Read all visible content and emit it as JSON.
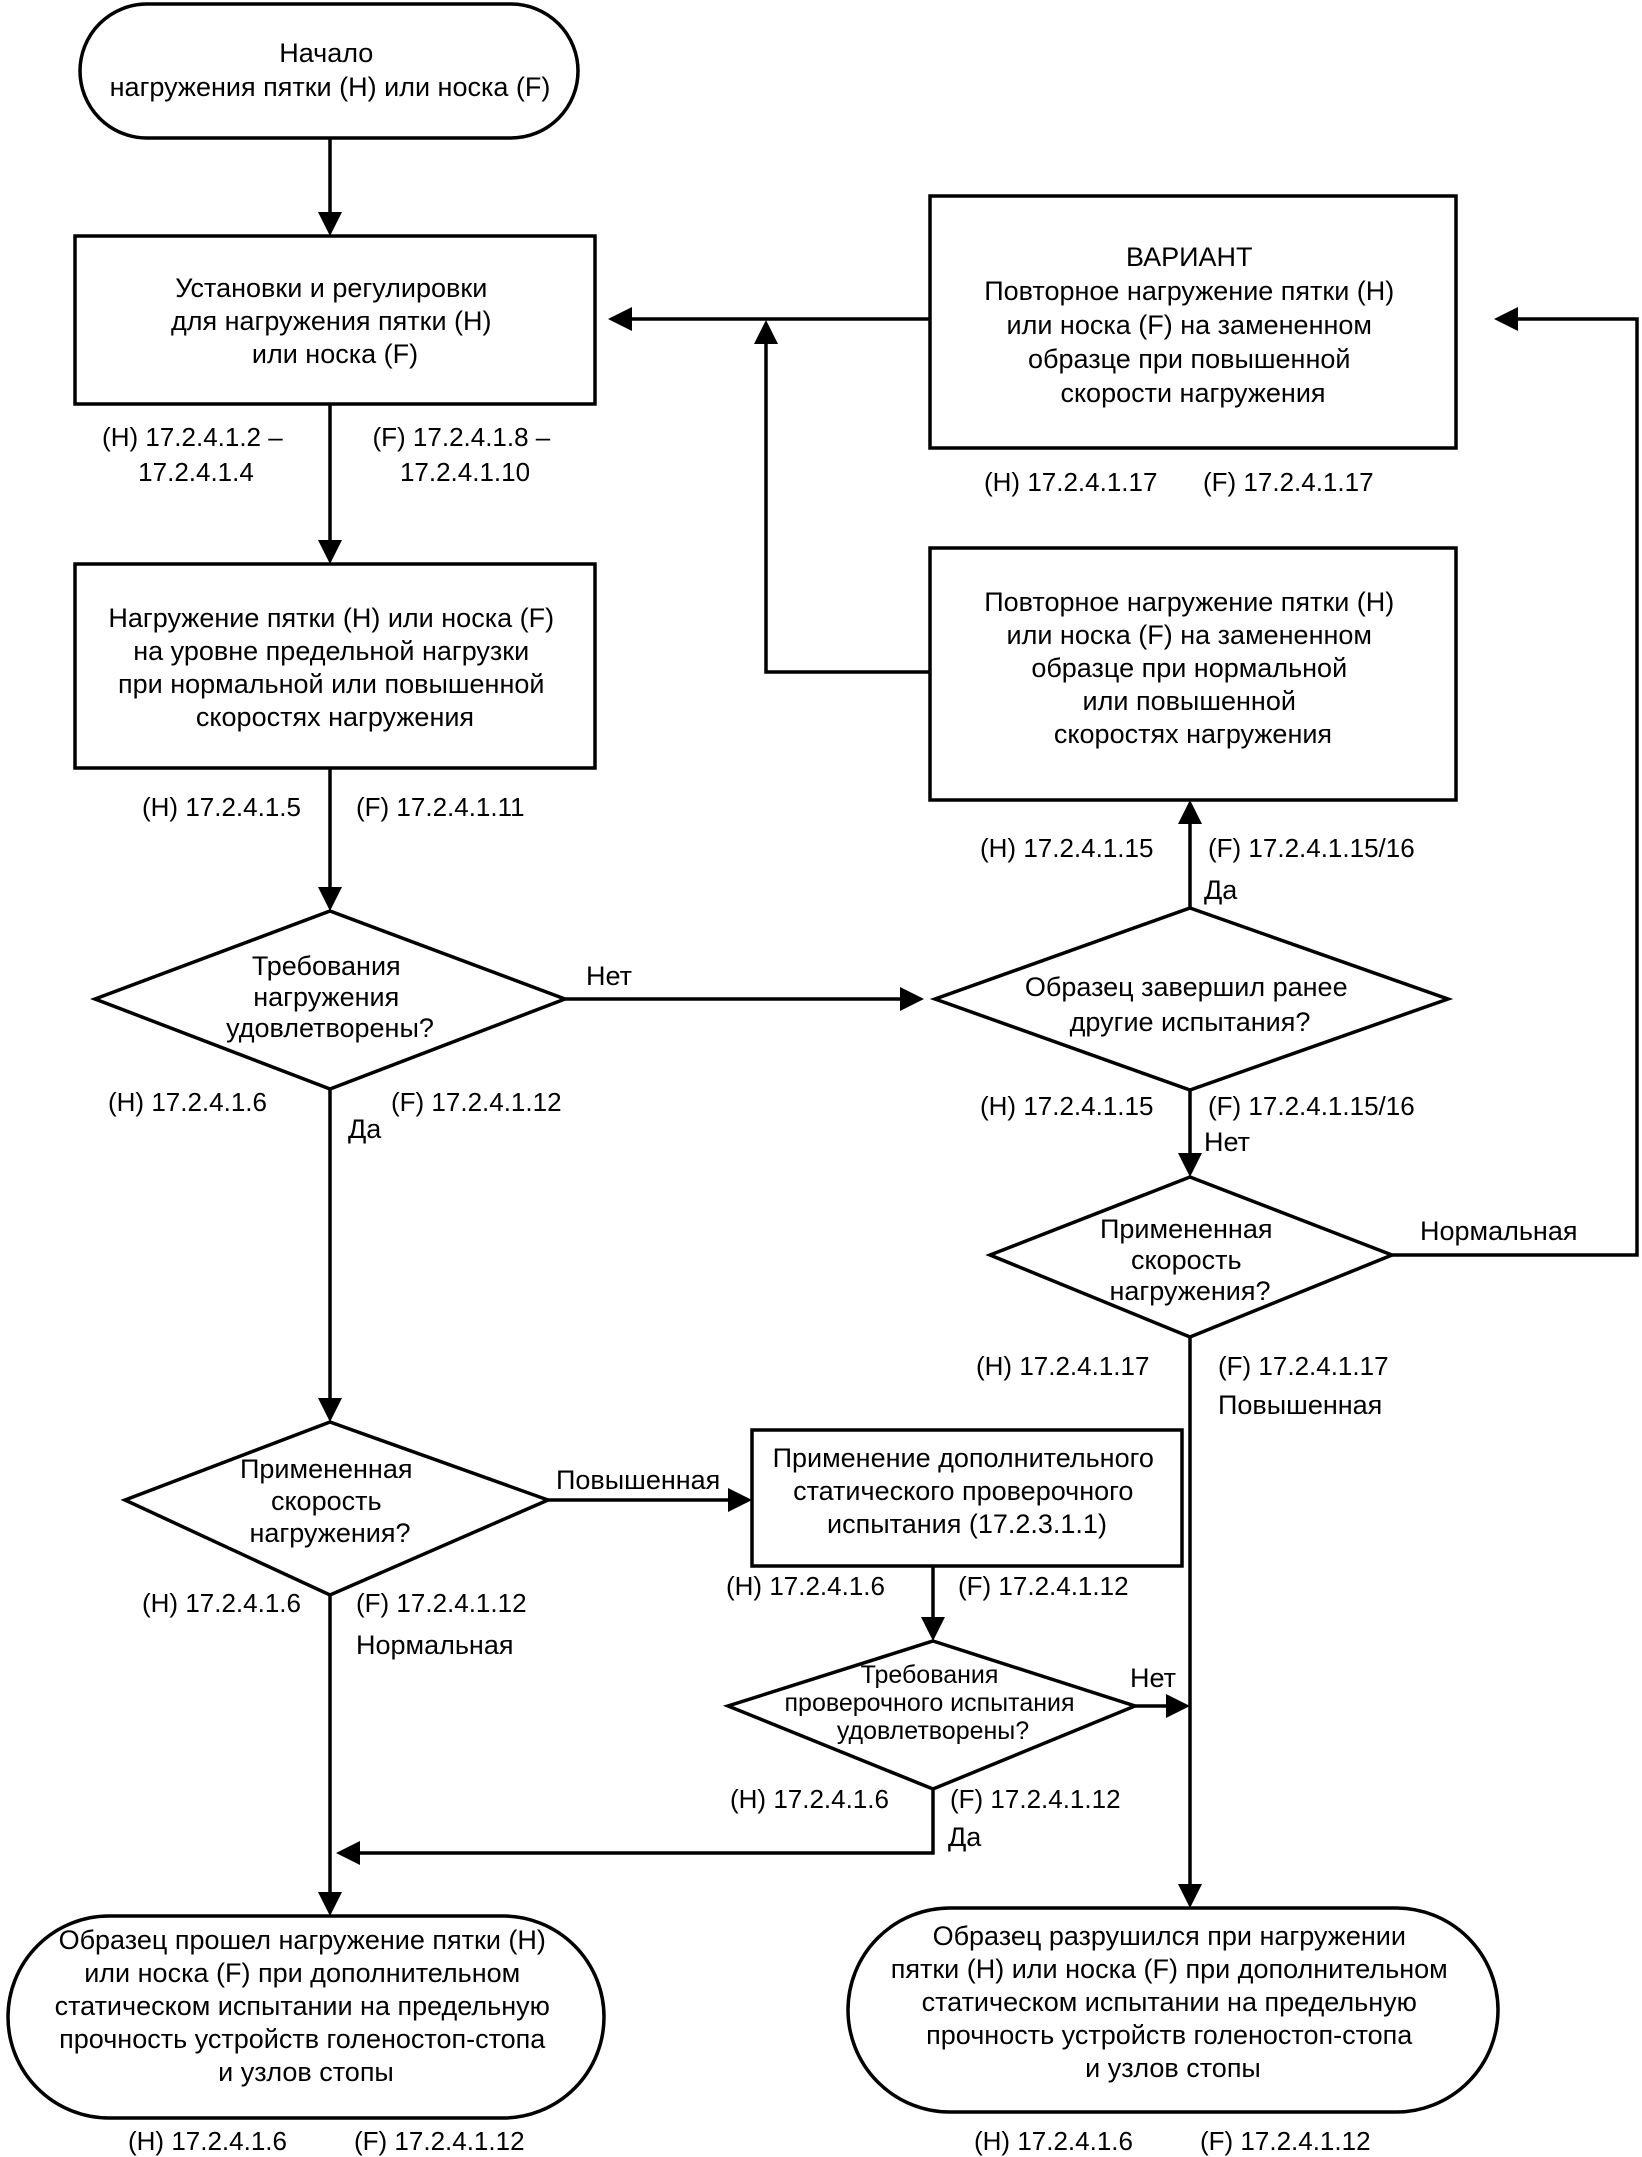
{
  "nodes": {
    "start": [
      "Начало",
      "нагружения пятки (Н) или носка (F)"
    ],
    "setup": [
      "Установки и регулировки",
      "для нагружения пятки (Н)",
      "или носка (F)"
    ],
    "load": [
      "Нагружение пятки (Н) или носка (F)",
      "на уровне предельной нагрузки",
      "при нормальной или повышенной",
      "скоростях нагружения"
    ],
    "req_met": [
      "Требования",
      "нагружения",
      "удовлетворены?"
    ],
    "speed_left": [
      "Примененная",
      "скорость",
      "нагружения?"
    ],
    "extra_static": [
      "Применение дополнительного",
      "статического проверочного",
      "испытания (17.2.3.1.1)"
    ],
    "proof_met": [
      "Требования",
      "проверочного испытания",
      "удовлетворены?"
    ],
    "passed": [
      "Образец прошел нагружение пятки (Н)",
      "или носка (F) при дополнительном",
      "статическом испытании на предельную",
      "прочность устройств голеностоп-стопа",
      "и узлов стопы"
    ],
    "variant": [
      "ВАРИАНТ",
      "Повторное нагружение пятки (Н)",
      "или носка (F) на замененном",
      "образце при повышенной",
      "скорости нагружения"
    ],
    "repeat": [
      "Повторное нагружение пятки (Н)",
      "или носка (F) на замененном",
      "образце при нормальной",
      "или повышенной",
      "скоростях нагружения"
    ],
    "prior_tests": [
      "Образец завершил ранее",
      "другие испытания?"
    ],
    "speed_right": [
      "Примененная",
      "скорость",
      "нагружения?"
    ],
    "failed": [
      "Образец разрушился при нагружении",
      "пятки (Н) или носка (F) при дополнительном",
      "статическом испытании на предельную",
      "прочность устройств голеностоп-стопа",
      "и узлов стопы"
    ]
  },
  "refs": {
    "setup_h": [
      "(Н) 17.2.4.1.2 –",
      "17.2.4.1.4"
    ],
    "setup_f": [
      "(F) 17.2.4.1.8 –",
      "17.2.4.1.10"
    ],
    "load_h": "(Н) 17.2.4.1.5",
    "load_f": "(F) 17.2.4.1.11",
    "req_h": "(Н) 17.2.4.1.6",
    "req_f": "(F) 17.2.4.1.12",
    "speedl_h": "(Н) 17.2.4.1.6",
    "speedl_f": "(F) 17.2.4.1.12",
    "extra_h": "(Н) 17.2.4.1.6",
    "extra_f": "(F) 17.2.4.1.12",
    "proof_h": "(Н) 17.2.4.1.6",
    "proof_f": "(F) 17.2.4.1.12",
    "passed_h": "(Н) 17.2.4.1.6",
    "passed_f": "(F) 17.2.4.1.12",
    "variant_h": "(Н) 17.2.4.1.17",
    "variant_f": "(F) 17.2.4.1.17",
    "repeat_h": "(Н) 17.2.4.1.15",
    "repeat_f": "(F) 17.2.4.1.15/16",
    "prior_h": "(Н) 17.2.4.1.15",
    "prior_f": "(F) 17.2.4.1.15/16",
    "speedr_h": "(Н) 17.2.4.1.17",
    "speedr_f": "(F) 17.2.4.1.17",
    "failed_h": "(Н) 17.2.4.1.6",
    "failed_f": "(F) 17.2.4.1.12"
  },
  "labels": {
    "req_yes": "Да",
    "req_no": "Нет",
    "speedl_increased": "Повышенная",
    "speedl_normal": "Нормальная",
    "proof_no": "Нет",
    "proof_yes": "Да",
    "prior_yes": "Да",
    "prior_no": "Нет",
    "speedr_normal": "Нормальная",
    "speedr_increased": "Повышенная"
  }
}
